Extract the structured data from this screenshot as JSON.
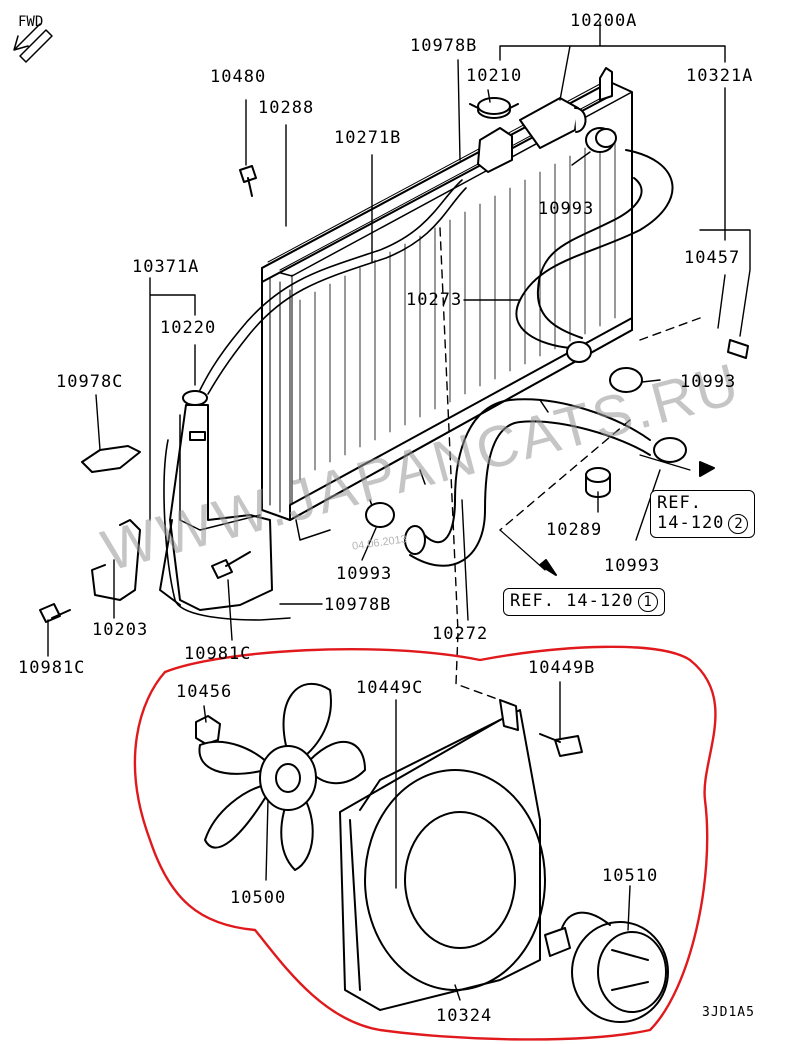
{
  "fwd_label": "FWD",
  "diagram_code": "3JD1A5",
  "watermark": "WWW.JAPANCATS.RU",
  "date_stamp": "04.06.2013",
  "parts": {
    "p10200A": "10200A",
    "p10978B_top": "10978B",
    "p10210": "10210",
    "p10321A": "10321A",
    "p10480": "10480",
    "p10288": "10288",
    "p10271B": "10271B",
    "p10993_top": "10993",
    "p10457": "10457",
    "p10371A": "10371A",
    "p10220": "10220",
    "p10273": "10273",
    "p10993_mid": "10993",
    "p10978C": "10978C",
    "p10289": "10289",
    "p10993_right": "10993",
    "p10993_left": "10993",
    "p10203": "10203",
    "p10978B_bottom": "10978B",
    "p10981C_left": "10981C",
    "p10981C_mid": "10981C",
    "p10272": "10272",
    "p10456": "10456",
    "p10449C": "10449C",
    "p10449B": "10449B",
    "p10500": "10500",
    "p10510": "10510",
    "p10324": "10324"
  },
  "refs": {
    "ref1_text": "REF. 14-120",
    "ref1_num": "1",
    "ref2_line1": "REF.",
    "ref2_text": "14-120",
    "ref2_num": "2"
  },
  "colors": {
    "highlight": "#e0191c",
    "line": "#000000"
  }
}
